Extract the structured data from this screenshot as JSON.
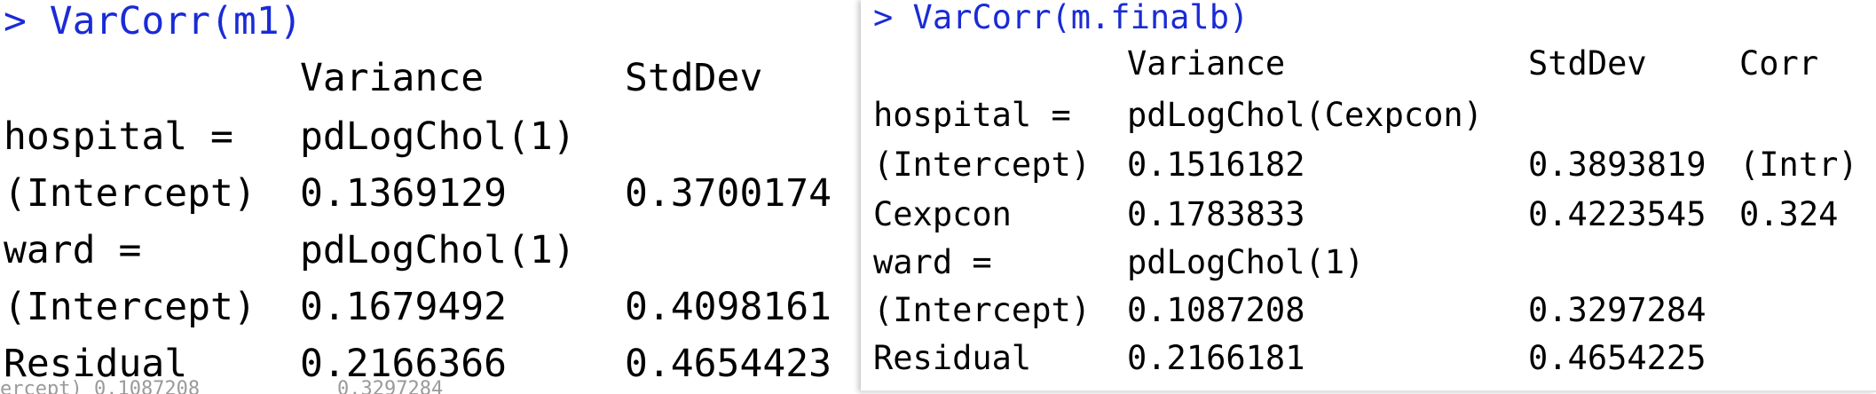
{
  "left": {
    "prompt": "> VarCorr(m1)",
    "headers": [
      "Variance",
      "StdDev"
    ],
    "rows": [
      [
        "hospital =",
        "pdLogChol(1)",
        ""
      ],
      [
        "(Intercept)",
        "0.1369129",
        "0.3700174"
      ],
      [
        "ward =",
        "pdLogChol(1)",
        ""
      ],
      [
        "(Intercept)",
        "0.1679492",
        "0.4098161"
      ],
      [
        "Residual",
        "0.2166366",
        "0.4654423"
      ]
    ],
    "clipped_line": [
      "ercept) 0.1087208",
      "0.3297284"
    ]
  },
  "right": {
    "prompt": "> VarCorr(m.finalb)",
    "headers": [
      "Variance",
      "StdDev",
      "Corr"
    ],
    "rows": [
      [
        "hospital =",
        "pdLogChol(Cexpcon)",
        "",
        ""
      ],
      [
        "(Intercept)",
        "0.1516182",
        "0.3893819",
        "(Intr)"
      ],
      [
        "Cexpcon",
        "0.1783833",
        "0.4223545",
        "0.324"
      ],
      [
        "ward =",
        "pdLogChol(1)",
        "",
        ""
      ],
      [
        "(Intercept)",
        "0.1087208",
        "0.3297284",
        ""
      ],
      [
        "Residual",
        "0.2166181",
        "0.4654225",
        ""
      ]
    ]
  },
  "colors": {
    "prompt": "#1a2bd6",
    "text": "#000000",
    "background": "#ffffff"
  }
}
